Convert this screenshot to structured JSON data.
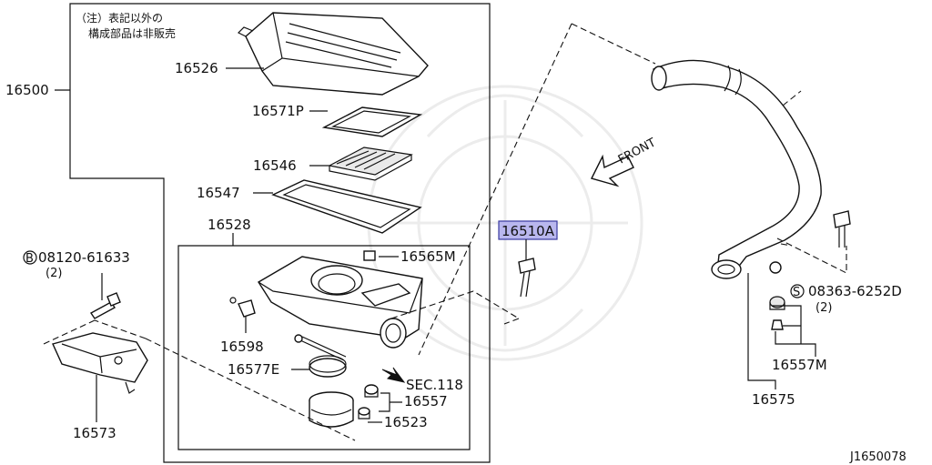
{
  "diagram": {
    "note_line1": "（注）表記以外の",
    "note_line2": "構成部品は非販売",
    "drawing_code": "J1650078",
    "front_label": "FRONT",
    "section_ref": "SEC.118",
    "highlight_color": "#b9b7ee",
    "labels": {
      "p16500": "16500",
      "p16526": "16526",
      "p16571P": "16571P",
      "p16546": "16546",
      "p16547": "16547",
      "p16528": "16528",
      "p16565M": "16565M",
      "p16598": "16598",
      "p16577E": "16577E",
      "p16557_box": "16557",
      "p16523": "16523",
      "p16510A": "16510A",
      "p16573": "16573",
      "p16557M": "16557M",
      "p16575": "16575"
    },
    "bolt_b": {
      "symbol": "B",
      "part": "08120-61633",
      "qty": "(2)"
    },
    "screw_s": {
      "symbol": "S",
      "part": "08363-6252D",
      "qty": "(2)"
    }
  }
}
